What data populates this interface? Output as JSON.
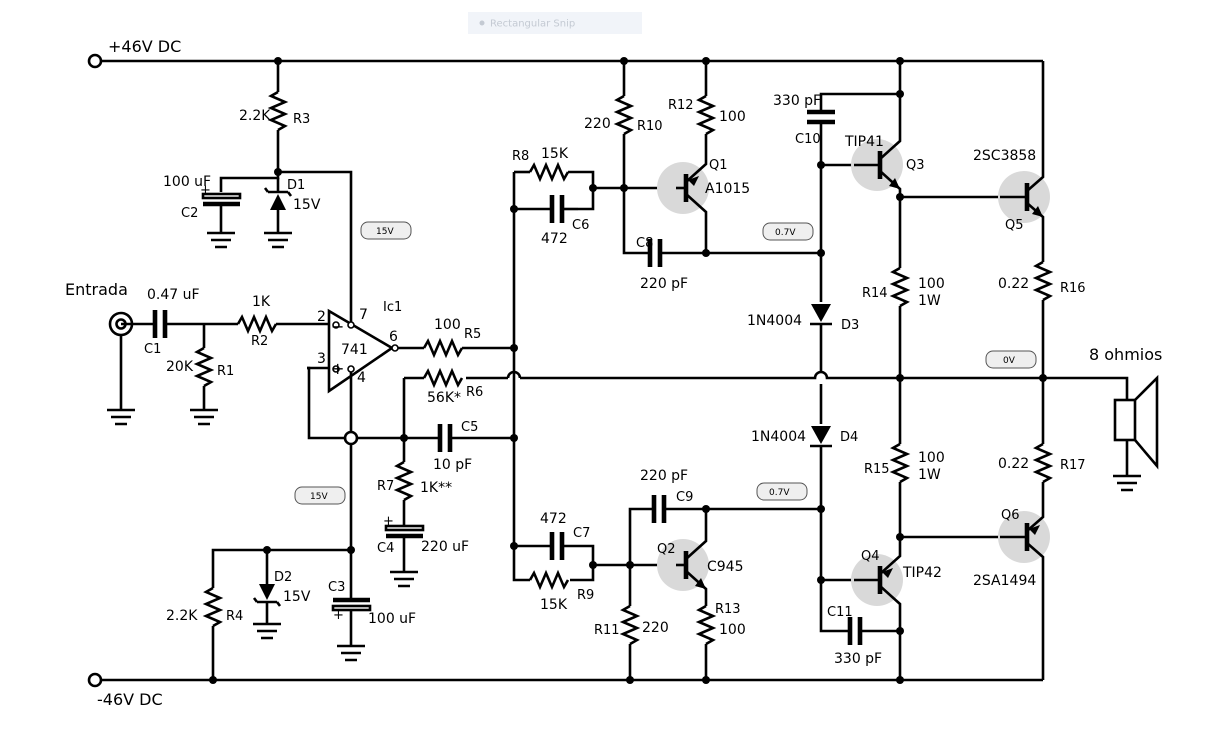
{
  "window": {
    "title": "Rectangular Snip"
  },
  "rails": {
    "positive": "+46V DC",
    "negative": "-46V DC"
  },
  "input": {
    "label": "Entrada"
  },
  "output": {
    "label": "8 ohmios"
  },
  "opamp": {
    "ref": "Ic1",
    "part": "741",
    "pins": [
      "2",
      "3",
      "4",
      "6",
      "7"
    ],
    "minus": "−",
    "plus": "+"
  },
  "resistors": {
    "R1": {
      "ref": "R1",
      "value": "20K"
    },
    "R2": {
      "ref": "R2",
      "value": "1K"
    },
    "R3": {
      "ref": "R3",
      "value": "2.2K"
    },
    "R4": {
      "ref": "R4",
      "value": "2.2K"
    },
    "R5": {
      "ref": "R5",
      "value": "100"
    },
    "R6": {
      "ref": "R6",
      "value": "56K*"
    },
    "R7": {
      "ref": "R7",
      "value": "1K**"
    },
    "R8": {
      "ref": "R8",
      "value": "15K"
    },
    "R9": {
      "ref": "R9",
      "value": "15K"
    },
    "R10": {
      "ref": "R10",
      "value": "220"
    },
    "R11": {
      "ref": "R11",
      "value": "220"
    },
    "R12": {
      "ref": "R12",
      "value": "100"
    },
    "R13": {
      "ref": "R13",
      "value": "100"
    },
    "R14": {
      "ref": "R14",
      "value": "100",
      "rating": "1W"
    },
    "R15": {
      "ref": "R15",
      "value": "100",
      "rating": "1W"
    },
    "R16": {
      "ref": "R16",
      "value": "0.22"
    },
    "R17": {
      "ref": "R17",
      "value": "0.22"
    }
  },
  "capacitors": {
    "C1": {
      "ref": "C1",
      "value": "0.47 uF"
    },
    "C2": {
      "ref": "C2",
      "value": "100 uF"
    },
    "C3": {
      "ref": "C3",
      "value": "100 uF"
    },
    "C4": {
      "ref": "C4",
      "value": "220 uF"
    },
    "C5": {
      "ref": "C5",
      "value": "10 pF"
    },
    "C6": {
      "ref": "C6",
      "value": "472"
    },
    "C7": {
      "ref": "C7",
      "value": "472"
    },
    "C8": {
      "ref": "C8",
      "value": "220 pF"
    },
    "C9": {
      "ref": "C9",
      "value": "220 pF"
    },
    "C10": {
      "ref": "C10",
      "value": "330 pF"
    },
    "C11": {
      "ref": "C11",
      "value": "330 pF"
    }
  },
  "diodes": {
    "D1": {
      "ref": "D1",
      "value": "15V"
    },
    "D2": {
      "ref": "D2",
      "value": "15V"
    },
    "D3": {
      "ref": "D3",
      "value": "1N4004"
    },
    "D4": {
      "ref": "D4",
      "value": "1N4004"
    }
  },
  "transistors": {
    "Q1": {
      "ref": "Q1",
      "part": "A1015"
    },
    "Q2": {
      "ref": "Q2",
      "part": "C945"
    },
    "Q3": {
      "ref": "Q3",
      "part": "TIP41"
    },
    "Q4": {
      "ref": "Q4",
      "part": "TIP42"
    },
    "Q5": {
      "ref": "Q5",
      "part": "2SC3858"
    },
    "Q6": {
      "ref": "Q6",
      "part": "2SA1494"
    }
  },
  "voltage_badges": {
    "v15_top": "15V",
    "v15_bottom": "15V",
    "v07_top": "0.7V",
    "v07_bottom": "0.7V",
    "v0": "0V"
  }
}
